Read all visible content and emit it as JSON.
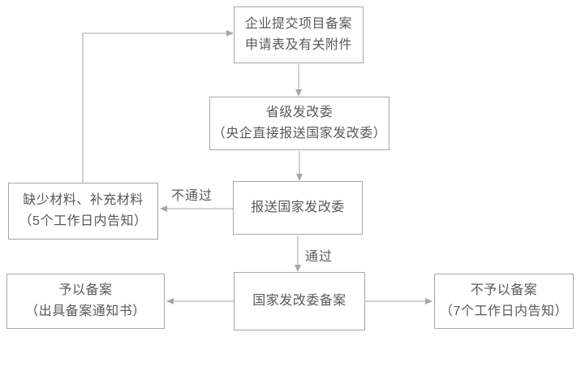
{
  "flowchart": {
    "colors": {
      "box_border": "#a6a6a6",
      "edge_line": "#a6a6a6",
      "text": "#595959",
      "background": "#ffffff"
    },
    "nodes": {
      "submit": {
        "line1": "企业提交项目备案",
        "line2": "申请表及有关附件"
      },
      "provincial": {
        "line1": "省级发改委",
        "line2": "（央企直接报送国家发改委）"
      },
      "report": {
        "line1": "报送国家发改委"
      },
      "missing": {
        "line1": "缺少材料、补充材料",
        "line2": "（5个工作日内告知）"
      },
      "filing": {
        "line1": "国家发改委备案"
      },
      "approve": {
        "line1": "予以备案",
        "line2": "（出具备案通知书）"
      },
      "reject": {
        "line1": "不予以备案",
        "line2": "（7个工作日内告知）"
      }
    },
    "edge_labels": {
      "fail": "不通过",
      "pass": "通过"
    }
  }
}
